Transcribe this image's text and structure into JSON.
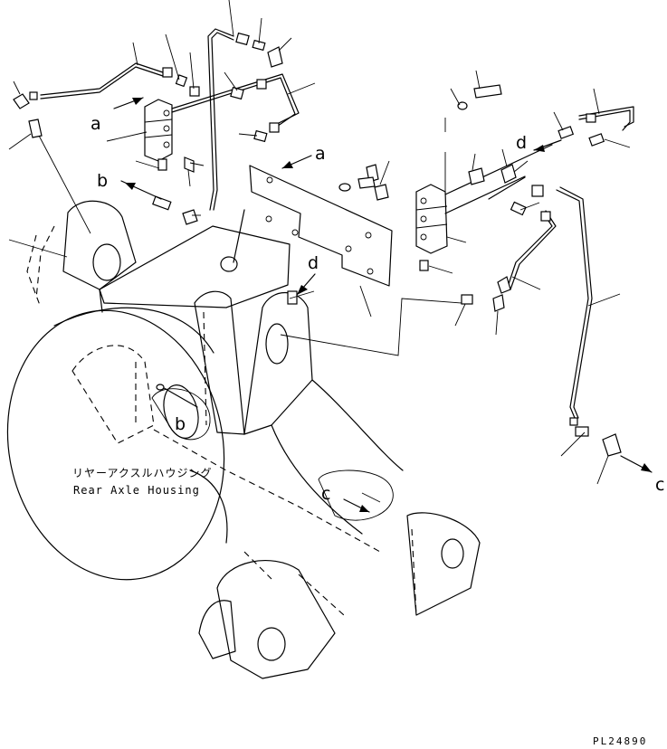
{
  "callouts": {
    "a": "a",
    "b": "b",
    "c": "c",
    "d": "d"
  },
  "caption": {
    "japanese": "リヤーアクスルハウジング",
    "english": "Rear Axle Housing"
  },
  "drawing_code": "PL24890"
}
